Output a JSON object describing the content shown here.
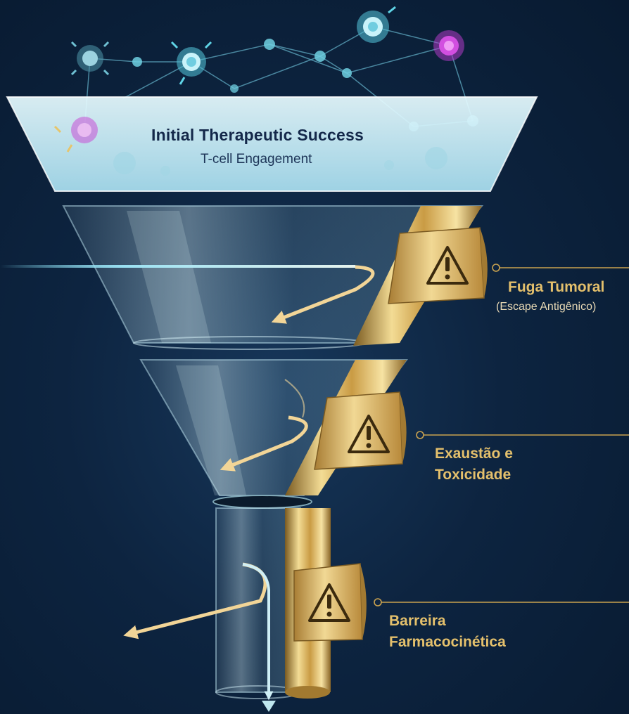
{
  "header": {
    "title": "Initial Therapeutic Success",
    "subtitle": "T-cell Engagement"
  },
  "stages": [
    {
      "label_line1": "Fuga Tumoral",
      "label_line2": "(Escape Antigênico)",
      "icon": "warning-icon"
    },
    {
      "label_line1": "Exaustão e",
      "label_line2": "Toxicidade",
      "icon": "warning-icon"
    },
    {
      "label_line1": "Barreira",
      "label_line2": "Farmacocinética",
      "icon": "warning-icon"
    }
  ],
  "colors": {
    "background": "#0d2440",
    "glass": "#bfe9f5",
    "gold": "#d9b45f",
    "flow_beam": "#7fd8ee",
    "deflect_arrow": "#f2d597",
    "cell_teal": "#66c9dc",
    "cell_magenta": "#c93fd6"
  },
  "decor": {
    "network_icon": "t-cell-network-icon",
    "exit_arrow_icon": "arrow-down-icon"
  }
}
